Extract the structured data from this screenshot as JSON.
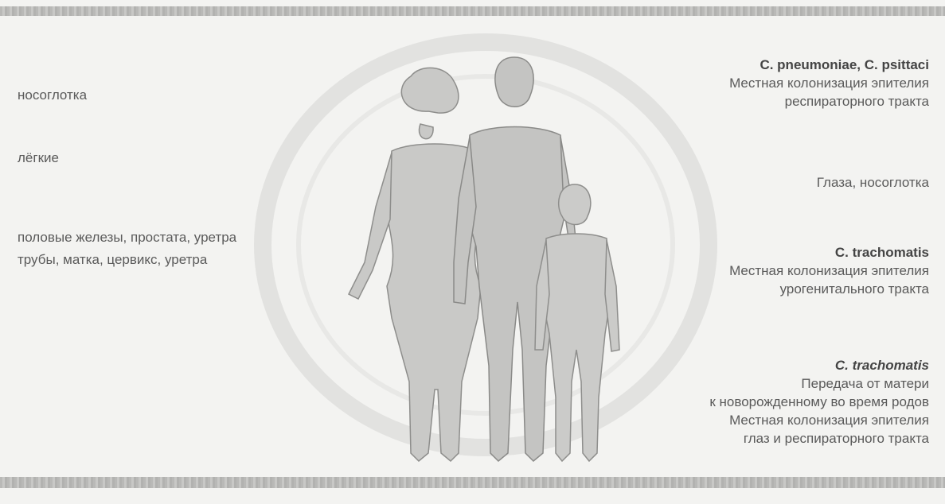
{
  "left_labels": {
    "nasopharynx": "носоглотка",
    "lungs": "лёгкие",
    "genital_male": "половые железы, простата, уретра",
    "genital_female": "трубы, матка, цервикс, уретра"
  },
  "right_blocks": {
    "respiratory": {
      "species": "C. pneumoniae, C. psittaci",
      "line1": "Местная колонизация эпителия",
      "line2": "респираторного тракта"
    },
    "eyes": {
      "label": "Глаза, носоглотка"
    },
    "urogenital": {
      "species": "C. trachomatis",
      "line1": "Местная колонизация эпителия",
      "line2": "урогенитального тракта"
    },
    "perinatal": {
      "species": "C. trachomatis",
      "line1": "Передача от матери",
      "line2": "к новорожденному во время родов",
      "line3": "Местная колонизация эпителия",
      "line4": "глаз и респираторного тракта"
    }
  },
  "figures": {
    "woman": "woman-figure",
    "man": "man-figure",
    "child": "child-figure"
  }
}
